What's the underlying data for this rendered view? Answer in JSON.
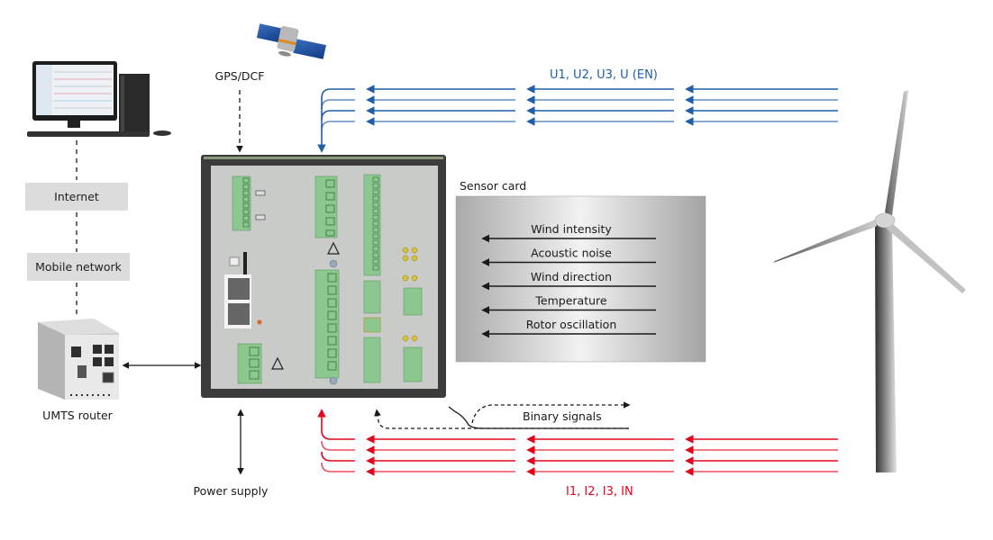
{
  "title": "Wind turbine monitoring system diagram",
  "colors": {
    "voltage": "#1f5fa8",
    "current": "#e3051b",
    "black": "#1a1a1a",
    "network_box": "#dcdcdc",
    "device_frame": "#3b3b3b",
    "device_panel": "#c9cbc9",
    "terminal_green": "#8cc78f"
  },
  "left_chain": {
    "computer": {
      "label": ""
    },
    "internet": {
      "label": "Internet"
    },
    "mobile_network": {
      "label": "Mobile network"
    },
    "router": {
      "label": "UMTS router"
    }
  },
  "gps": {
    "label": "GPS/DCF"
  },
  "power": {
    "label": "Power supply"
  },
  "voltage_inputs": {
    "label": "U1, U2, U3, U (EN)",
    "lines": 4
  },
  "current_inputs": {
    "label": "I1, I2, I3, IN",
    "lines": 4
  },
  "binary": {
    "label": "Binary signals"
  },
  "sensor_card": {
    "title": "Sensor card",
    "signals": [
      "Wind intensity",
      "Acoustic noise",
      "Wind direction",
      "Temperature",
      "Rotor oscillation"
    ]
  }
}
